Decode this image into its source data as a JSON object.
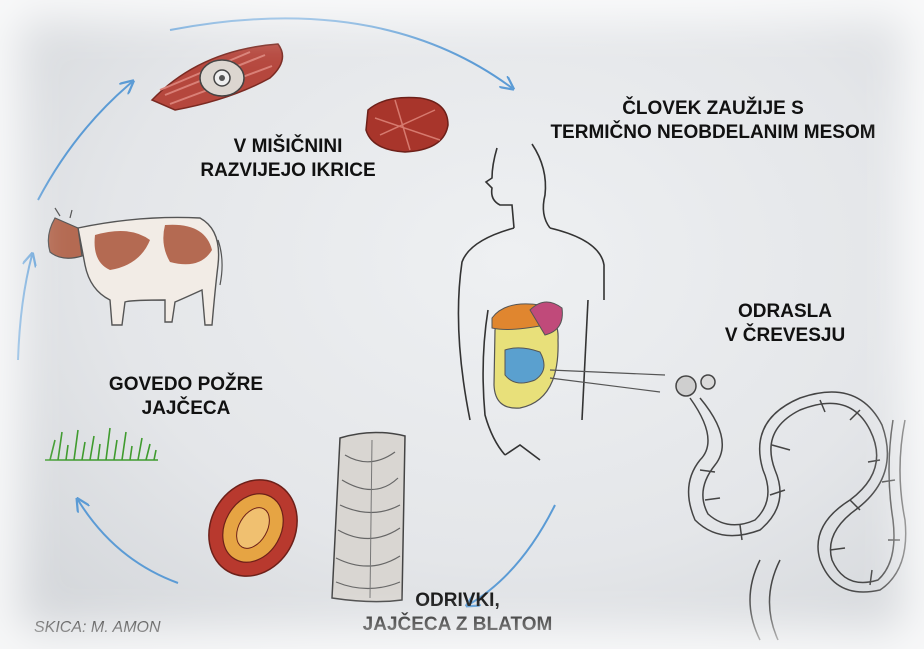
{
  "labels": {
    "muscle_line1": "V MIŠIČNINI",
    "muscle_line2": "RAZVIJEJO IKRICE",
    "human_line1": "ČLOVEK ZAUŽIJE S",
    "human_line2": "TERMIČNO NEOBDELANIM MESOM",
    "adult_line1": "ODRASLA",
    "adult_line2": "V ČREVESJU",
    "cow_line1": "GOVEDO POŽRE",
    "cow_line2": "JAJČECA",
    "feces_line1": "ODRIVKI,",
    "feces_line2": "JAJČECA Z BLATOM"
  },
  "credit": "SKICA: M. AMON",
  "icons": [
    "muscle-cyst-drawing",
    "steak-drawing",
    "human-body-outline",
    "intestine-drawing",
    "tapeworm-drawing",
    "cow-drawing",
    "grass-drawing",
    "egg-drawing",
    "proglottid-drawing",
    "cycle-arrow"
  ],
  "colors": {
    "arrow": "#5b9bd5",
    "meat": "#a8352b",
    "grass": "#3f9b2e",
    "text": "#111111"
  }
}
